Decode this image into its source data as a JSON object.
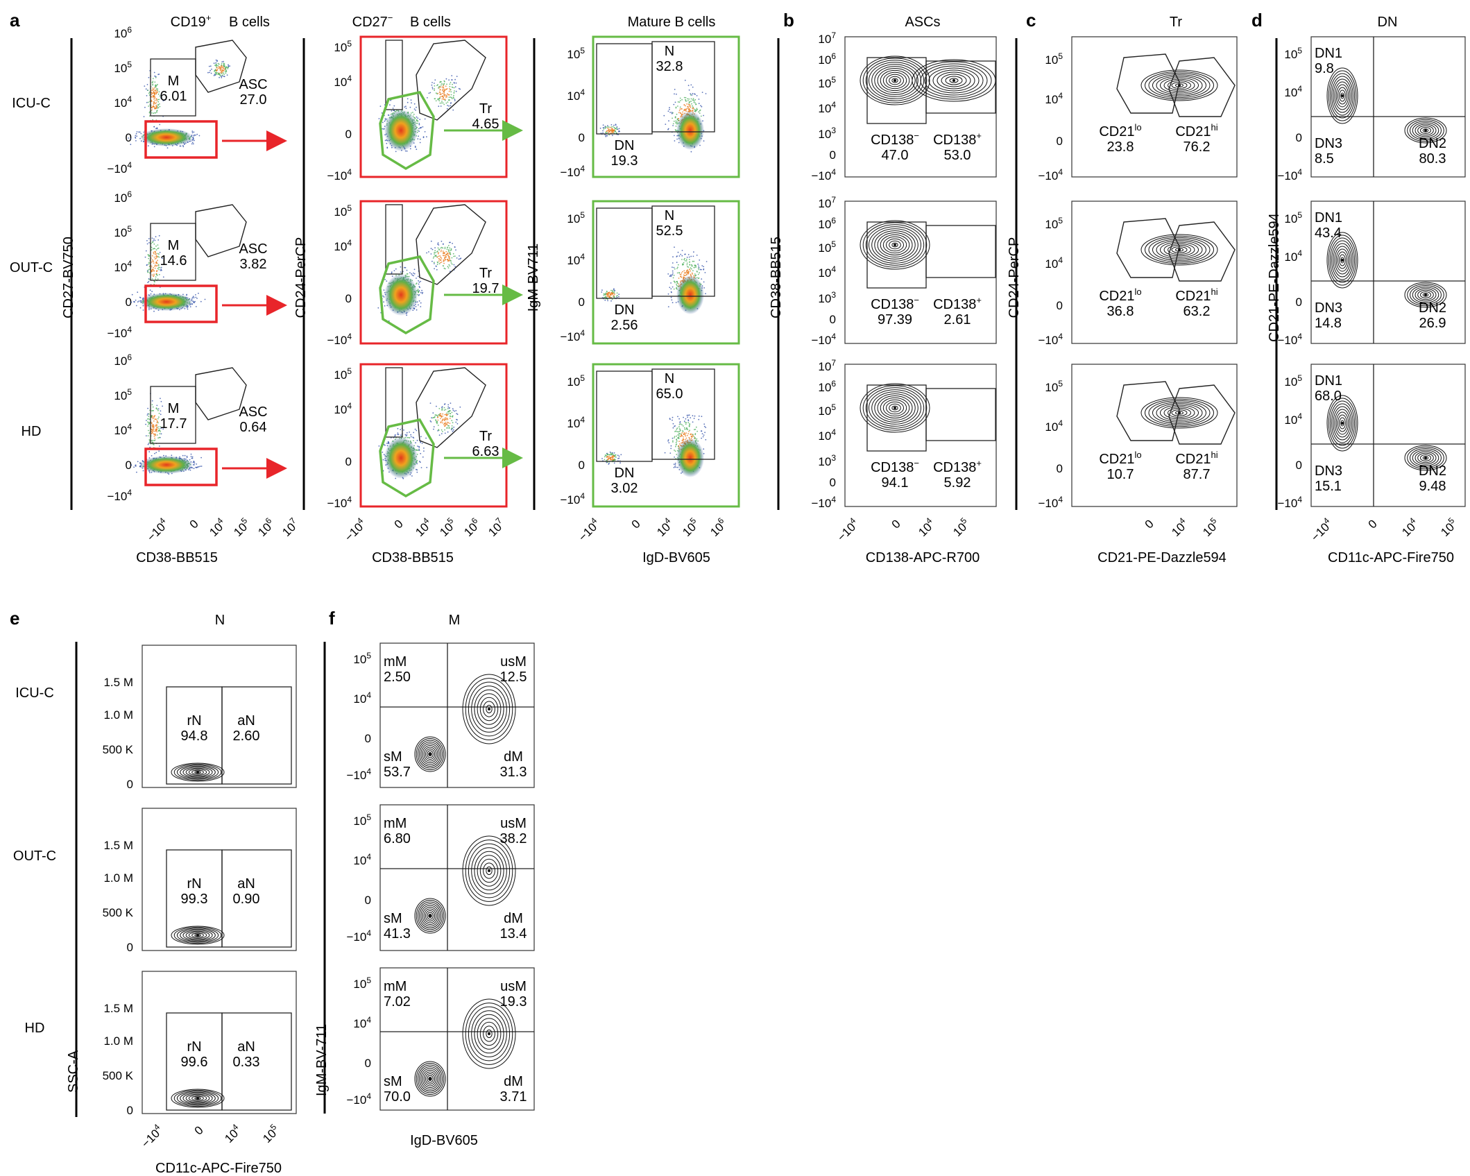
{
  "panel_letters": [
    "a",
    "b",
    "c",
    "d",
    "e",
    "f"
  ],
  "titles": {
    "a1_prefix": "CD19",
    "a1_sup": "+",
    "a1_suffix": " B cells",
    "a2_prefix": "CD27",
    "a2_sup": "−",
    "a2_suffix": " B cells",
    "a3": "Mature B cells",
    "b": "ASCs",
    "c": "Tr",
    "d": "DN",
    "e": "N",
    "f": "M"
  },
  "group_labels": [
    "ICU-C",
    "OUT-C",
    "HD"
  ],
  "axis_labels": {
    "a1_x": "CD38-BB515",
    "a1_y": "CD27-BV750",
    "a2_x": "CD38-BB515",
    "a2_y": "CD24-PerCP",
    "a3_x": "IgD-BV605",
    "a3_y": "IgM-BV711",
    "b_x": "CD138-APC-R700",
    "b_y": "CD38-BB515",
    "c_x": "CD21-PE-Dazzle594",
    "c_y": "CD24-PerCP",
    "d_x": "CD11c-APC-Fire750",
    "d_y": "CD21-PE-Dazzle594",
    "e_x": "CD11c-APC-Fire750",
    "e_y": "SSC-A",
    "f_x": "IgD-BV605",
    "f_y": "IgM-BV-711"
  },
  "ticks": {
    "log7_y": [
      "10^6",
      "10^5",
      "10^4",
      "0",
      "−10^4"
    ],
    "log7_x": [
      "−10^4",
      "0",
      "10^4",
      "10^5",
      "10^6",
      "10^7"
    ],
    "log6_x": [
      "−10^4",
      "0",
      "10^4",
      "10^5",
      "10^6"
    ],
    "log5_y": [
      "10^5",
      "10^4",
      "0",
      "−10^4"
    ],
    "asc_y": [
      "10^7",
      "10^6",
      "10^5",
      "10^4",
      "10^3",
      "0",
      "−10^4"
    ],
    "log5_x": [
      "−10^4",
      "0",
      "10^4",
      "10^5"
    ],
    "tr_x": [
      "0",
      "10^4",
      "10^5"
    ],
    "ssc_y": [
      "1.5 M",
      "1.0 M",
      "500 K",
      "0"
    ]
  },
  "gates": {
    "a1": [
      {
        "M": "6.01",
        "ASC": "27.0"
      },
      {
        "M": "14.6",
        "ASC": "3.82"
      },
      {
        "M": "17.7",
        "ASC": "0.64"
      }
    ],
    "a2": [
      {
        "Tr": "4.65"
      },
      {
        "Tr": "19.7"
      },
      {
        "Tr": "6.63"
      }
    ],
    "a3": [
      {
        "N": "32.8",
        "DN": "19.3"
      },
      {
        "N": "52.5",
        "DN": "2.56"
      },
      {
        "N": "65.0",
        "DN": "3.02"
      }
    ],
    "b": [
      {
        "CD138neg": "47.0",
        "CD138pos": "53.0"
      },
      {
        "CD138neg": "97.39",
        "CD138pos": "2.61"
      },
      {
        "CD138neg": "94.1",
        "CD138pos": "5.92"
      }
    ],
    "c": [
      {
        "CD21lo": "23.8",
        "CD21hi": "76.2"
      },
      {
        "CD21lo": "36.8",
        "CD21hi": "63.2"
      },
      {
        "CD21lo": "10.7",
        "CD21hi": "87.7"
      }
    ],
    "d": [
      {
        "DN1": "9.8",
        "DN3": "8.5",
        "DN2": "80.3"
      },
      {
        "DN1": "43.4",
        "DN3": "14.8",
        "DN2": "26.9"
      },
      {
        "DN1": "68.0",
        "DN3": "15.1",
        "DN2": "9.48"
      }
    ],
    "e": [
      {
        "rN": "94.8",
        "aN": "2.60"
      },
      {
        "rN": "99.3",
        "aN": "0.90"
      },
      {
        "rN": "99.6",
        "aN": "0.33"
      }
    ],
    "f": [
      {
        "mM": "2.50",
        "usM": "12.5",
        "sM": "53.7",
        "dM": "31.3"
      },
      {
        "mM": "6.80",
        "usM": "38.2",
        "sM": "41.3",
        "dM": "13.4"
      },
      {
        "mM": "7.02",
        "usM": "19.3",
        "sM": "70.0",
        "dM": "3.71"
      }
    ]
  },
  "gate_names": {
    "M": "M",
    "ASC": "ASC",
    "Tr": "Tr",
    "N": "N",
    "DN": "DN",
    "CD138": "CD138",
    "neg": "−",
    "pos": "+",
    "CD21": "CD21",
    "lo": "lo",
    "hi": "hi",
    "DN1": "DN1",
    "DN2": "DN2",
    "DN3": "DN3",
    "rN": "rN",
    "aN": "aN",
    "mM": "mM",
    "usM": "usM",
    "sM": "sM",
    "dM": "dM"
  },
  "colors": {
    "red_gate": "#e8252a",
    "green_gate": "#66bb45",
    "density_low": "#2f4fa8",
    "density_mid": "#3aa66a",
    "density_high": "#e8801a"
  }
}
